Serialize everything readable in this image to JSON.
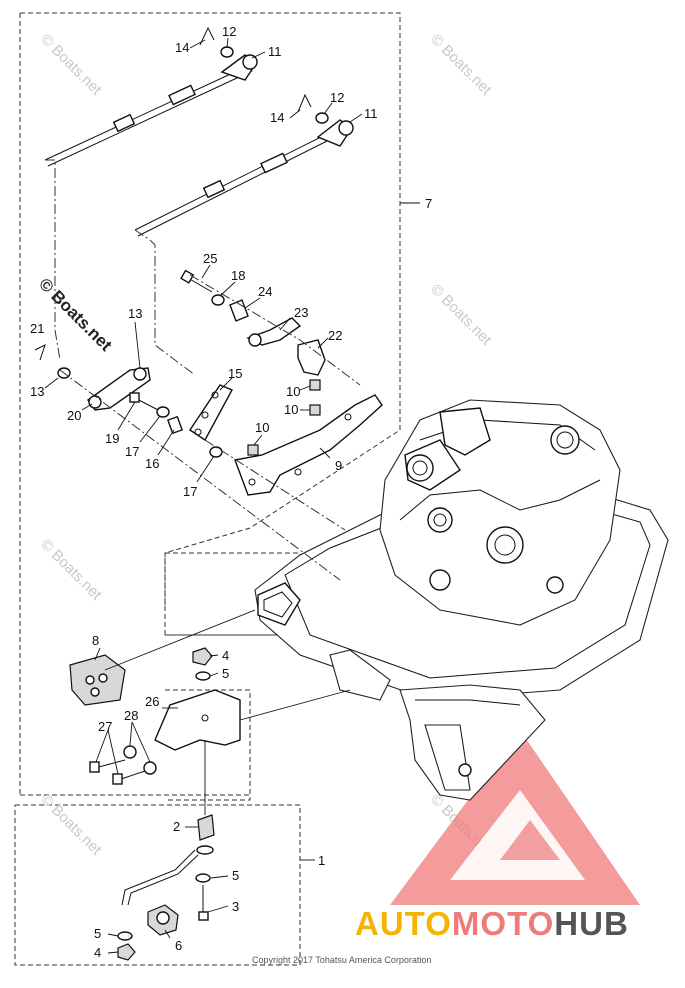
{
  "diagram": {
    "callouts": [
      {
        "id": "c14a",
        "label": "14"
      },
      {
        "id": "c12a",
        "label": "12"
      },
      {
        "id": "c11a",
        "label": "11"
      },
      {
        "id": "c12b",
        "label": "12"
      },
      {
        "id": "c14b",
        "label": "14"
      },
      {
        "id": "c11b",
        "label": "11"
      },
      {
        "id": "c7",
        "label": "7"
      },
      {
        "id": "c25",
        "label": "25"
      },
      {
        "id": "c18",
        "label": "18"
      },
      {
        "id": "c24",
        "label": "24"
      },
      {
        "id": "c23",
        "label": "23"
      },
      {
        "id": "c22",
        "label": "22"
      },
      {
        "id": "c13a",
        "label": "13"
      },
      {
        "id": "c21",
        "label": "21"
      },
      {
        "id": "c13b",
        "label": "13"
      },
      {
        "id": "c15",
        "label": "15"
      },
      {
        "id": "c10a",
        "label": "10"
      },
      {
        "id": "c10b",
        "label": "10"
      },
      {
        "id": "c10c",
        "label": "10"
      },
      {
        "id": "c20",
        "label": "20"
      },
      {
        "id": "c19",
        "label": "19"
      },
      {
        "id": "c17a",
        "label": "17"
      },
      {
        "id": "c16",
        "label": "16"
      },
      {
        "id": "c9",
        "label": "9"
      },
      {
        "id": "c17b",
        "label": "17"
      },
      {
        "id": "c8",
        "label": "8"
      },
      {
        "id": "c4a",
        "label": "4"
      },
      {
        "id": "c5a",
        "label": "5"
      },
      {
        "id": "c26",
        "label": "26"
      },
      {
        "id": "c28",
        "label": "28"
      },
      {
        "id": "c27",
        "label": "27"
      },
      {
        "id": "c2",
        "label": "2"
      },
      {
        "id": "c1",
        "label": "1"
      },
      {
        "id": "c5b",
        "label": "5"
      },
      {
        "id": "c3",
        "label": "3"
      },
      {
        "id": "c5c",
        "label": "5"
      },
      {
        "id": "c6",
        "label": "6"
      },
      {
        "id": "c4b",
        "label": "4"
      }
    ],
    "watermark": "© Boats.net",
    "copyright": "Copyright 2017 Tohatsu America Corporation"
  },
  "brand": {
    "part1": "AUTO",
    "part2": "MOTO",
    "part3": "HUB",
    "color1": "#f5b400",
    "color2": "#f07a7a",
    "color3": "#555555"
  }
}
